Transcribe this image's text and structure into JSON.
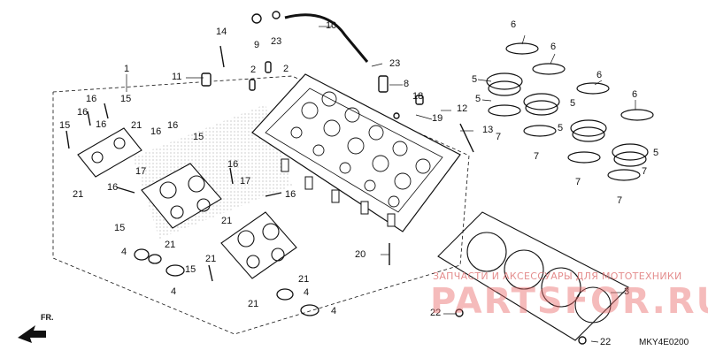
{
  "diagram": {
    "callouts": [
      {
        "id": "c1",
        "text": "1"
      },
      {
        "id": "c2a",
        "text": "2"
      },
      {
        "id": "c2b",
        "text": "2"
      },
      {
        "id": "c3",
        "text": "3"
      },
      {
        "id": "c4a",
        "text": "4"
      },
      {
        "id": "c4b",
        "text": "4"
      },
      {
        "id": "c4c",
        "text": "4"
      },
      {
        "id": "c4d",
        "text": "4"
      },
      {
        "id": "c5a",
        "text": "5"
      },
      {
        "id": "c5b",
        "text": "5"
      },
      {
        "id": "c5c",
        "text": "5"
      },
      {
        "id": "c5d",
        "text": "5"
      },
      {
        "id": "c5e",
        "text": "5"
      },
      {
        "id": "c6a",
        "text": "6"
      },
      {
        "id": "c6b",
        "text": "6"
      },
      {
        "id": "c6c",
        "text": "6"
      },
      {
        "id": "c6d",
        "text": "6"
      },
      {
        "id": "c7a",
        "text": "7"
      },
      {
        "id": "c7b",
        "text": "7"
      },
      {
        "id": "c7c",
        "text": "7"
      },
      {
        "id": "c7d",
        "text": "7"
      },
      {
        "id": "c7e",
        "text": "7"
      },
      {
        "id": "c8",
        "text": "8"
      },
      {
        "id": "c9",
        "text": "9"
      },
      {
        "id": "c10",
        "text": "10"
      },
      {
        "id": "c11",
        "text": "11"
      },
      {
        "id": "c12",
        "text": "12"
      },
      {
        "id": "c13",
        "text": "13"
      },
      {
        "id": "c14",
        "text": "14"
      },
      {
        "id": "c15a",
        "text": "15"
      },
      {
        "id": "c15b",
        "text": "15"
      },
      {
        "id": "c15c",
        "text": "15"
      },
      {
        "id": "c15d",
        "text": "15"
      },
      {
        "id": "c15e",
        "text": "15"
      },
      {
        "id": "c16a",
        "text": "16"
      },
      {
        "id": "c16b",
        "text": "16"
      },
      {
        "id": "c16c",
        "text": "16"
      },
      {
        "id": "c16d",
        "text": "16"
      },
      {
        "id": "c16e",
        "text": "16"
      },
      {
        "id": "c16f",
        "text": "16"
      },
      {
        "id": "c16g",
        "text": "16"
      },
      {
        "id": "c16h",
        "text": "16"
      },
      {
        "id": "c17a",
        "text": "17"
      },
      {
        "id": "c17b",
        "text": "17"
      },
      {
        "id": "c18",
        "text": "18"
      },
      {
        "id": "c19",
        "text": "19"
      },
      {
        "id": "c20",
        "text": "20"
      },
      {
        "id": "c21a",
        "text": "21"
      },
      {
        "id": "c21b",
        "text": "21"
      },
      {
        "id": "c21c",
        "text": "21"
      },
      {
        "id": "c21d",
        "text": "21"
      },
      {
        "id": "c21e",
        "text": "21"
      },
      {
        "id": "c21f",
        "text": "21"
      },
      {
        "id": "c21g",
        "text": "21"
      },
      {
        "id": "c22a",
        "text": "22"
      },
      {
        "id": "c22b",
        "text": "22"
      },
      {
        "id": "c23a",
        "text": "23"
      },
      {
        "id": "c23b",
        "text": "23"
      }
    ],
    "front_label": "FR.",
    "diagram_code": "MKY4E0200"
  },
  "watermark": {
    "line1": "ЗАПЧАСТИ И АКСЕССУАРЫ ДЛЯ МОТОТЕХНИКИ",
    "line2": "PARTSFOR.RU",
    "color": "#e96b6b"
  },
  "colors": {
    "line": "#111111",
    "background": "#ffffff"
  }
}
